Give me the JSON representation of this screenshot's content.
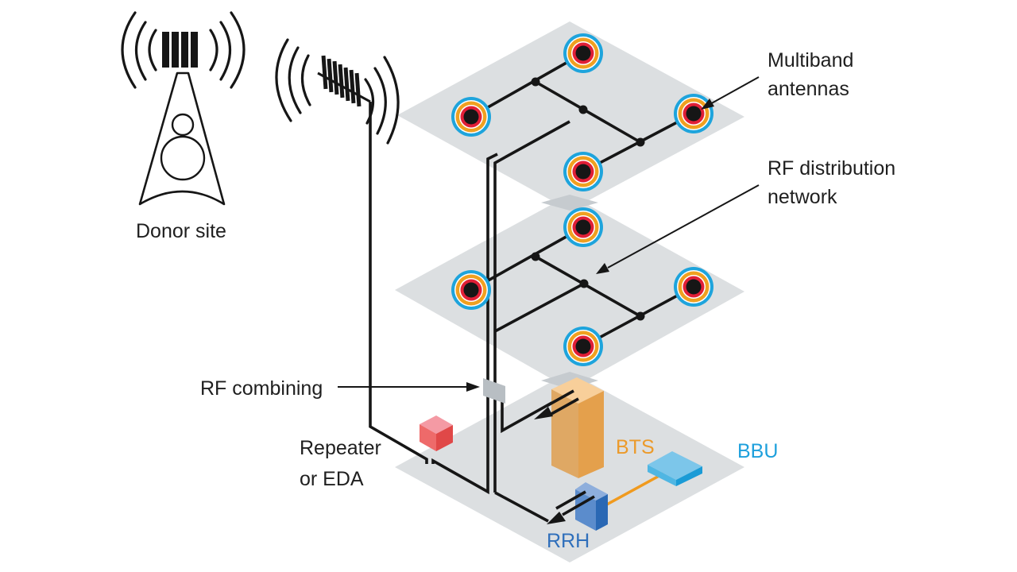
{
  "title": "DAS architecture: donor site, repeater, BTS/BBU/RRH feeding multi-floor RF distribution network",
  "colors": {
    "floor_plane": "#dcdfe1",
    "floor_overlap": "#c6cbcf",
    "cable": "#161616",
    "antenna_ring_outer": "#1ea4dc",
    "antenna_ring_orange": "#f0a020",
    "antenna_ring_red": "#e11f36",
    "antenna_core": "#161616",
    "repeater": "#ee6a6a",
    "combiner": "#b8bec3",
    "bts": "#e4a04c",
    "bts_label": "#ec9a2a",
    "bbu": "#4fb6e3",
    "bbu_label": "#1ea0dc",
    "rrh": "#3e78c0",
    "rrh_label": "#2f6fbb",
    "fronthaul_link": "#f09a1e"
  },
  "labels": {
    "donor_site": "Donor site",
    "multiband_antennas_line1": "Multiband",
    "multiband_antennas_line2": "antennas",
    "rf_distribution_line1": "RF distribution",
    "rf_distribution_line2": "network",
    "rf_combining": "RF combining",
    "repeater_line1": "Repeater",
    "repeater_line2": "or EDA",
    "bts": "BTS",
    "bbu": "BBU",
    "rrh": "RRH"
  },
  "icons": {
    "donor_tower": "cell-tower-icon",
    "pickup_antenna": "yagi-antenna-icon",
    "multiband_antenna": "multiband-antenna-icon"
  },
  "floors": [
    {
      "name": "upper-floor",
      "antenna_count": 4
    },
    {
      "name": "middle-floor",
      "antenna_count": 4
    },
    {
      "name": "equipment-floor",
      "antenna_count": 0
    }
  ]
}
